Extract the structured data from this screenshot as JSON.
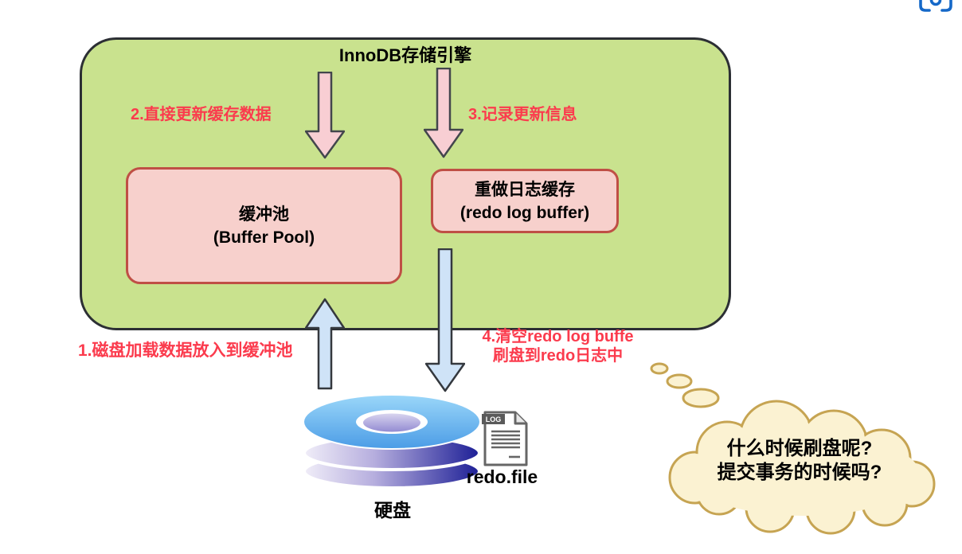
{
  "engine": {
    "title": "InnoDB存储引擎"
  },
  "boxes": {
    "buffer_pool": {
      "line1": "缓冲池",
      "line2": "(Buffer Pool)"
    },
    "redo_log_buffer": {
      "line1": "重做日志缓存",
      "line2": "(redo log buffer)"
    }
  },
  "steps": {
    "step1": "1.磁盘加载数据放入到缓冲池",
    "step2": "2.直接更新缓存数据",
    "step3": "3.记录更新信息",
    "step4_line1": "4.清空redo log buffe",
    "step4_line2": "刷盘到redo日志中"
  },
  "disk": {
    "label": "硬盘"
  },
  "redo_file": {
    "badge": "LOG",
    "label": "redo.file"
  },
  "thought_bubble": {
    "line1": "什么时候刷盘呢?",
    "line2": "提交事务的时候吗?"
  },
  "colors": {
    "engine_fill": "#c9e28e",
    "engine_border": "#2c2f34",
    "inner_box_fill": "#f7d0cc",
    "inner_box_border": "#bf4f45",
    "pink_arrow_fill": "#f8ced3",
    "blue_arrow_fill": "#cfe3f7",
    "arrow_outline": "#3b3f45",
    "step_text": "#fb3b4d",
    "cloud_fill": "#fbf2d2",
    "cloud_border": "#c6a452",
    "corner_icon": "#1568c8"
  }
}
